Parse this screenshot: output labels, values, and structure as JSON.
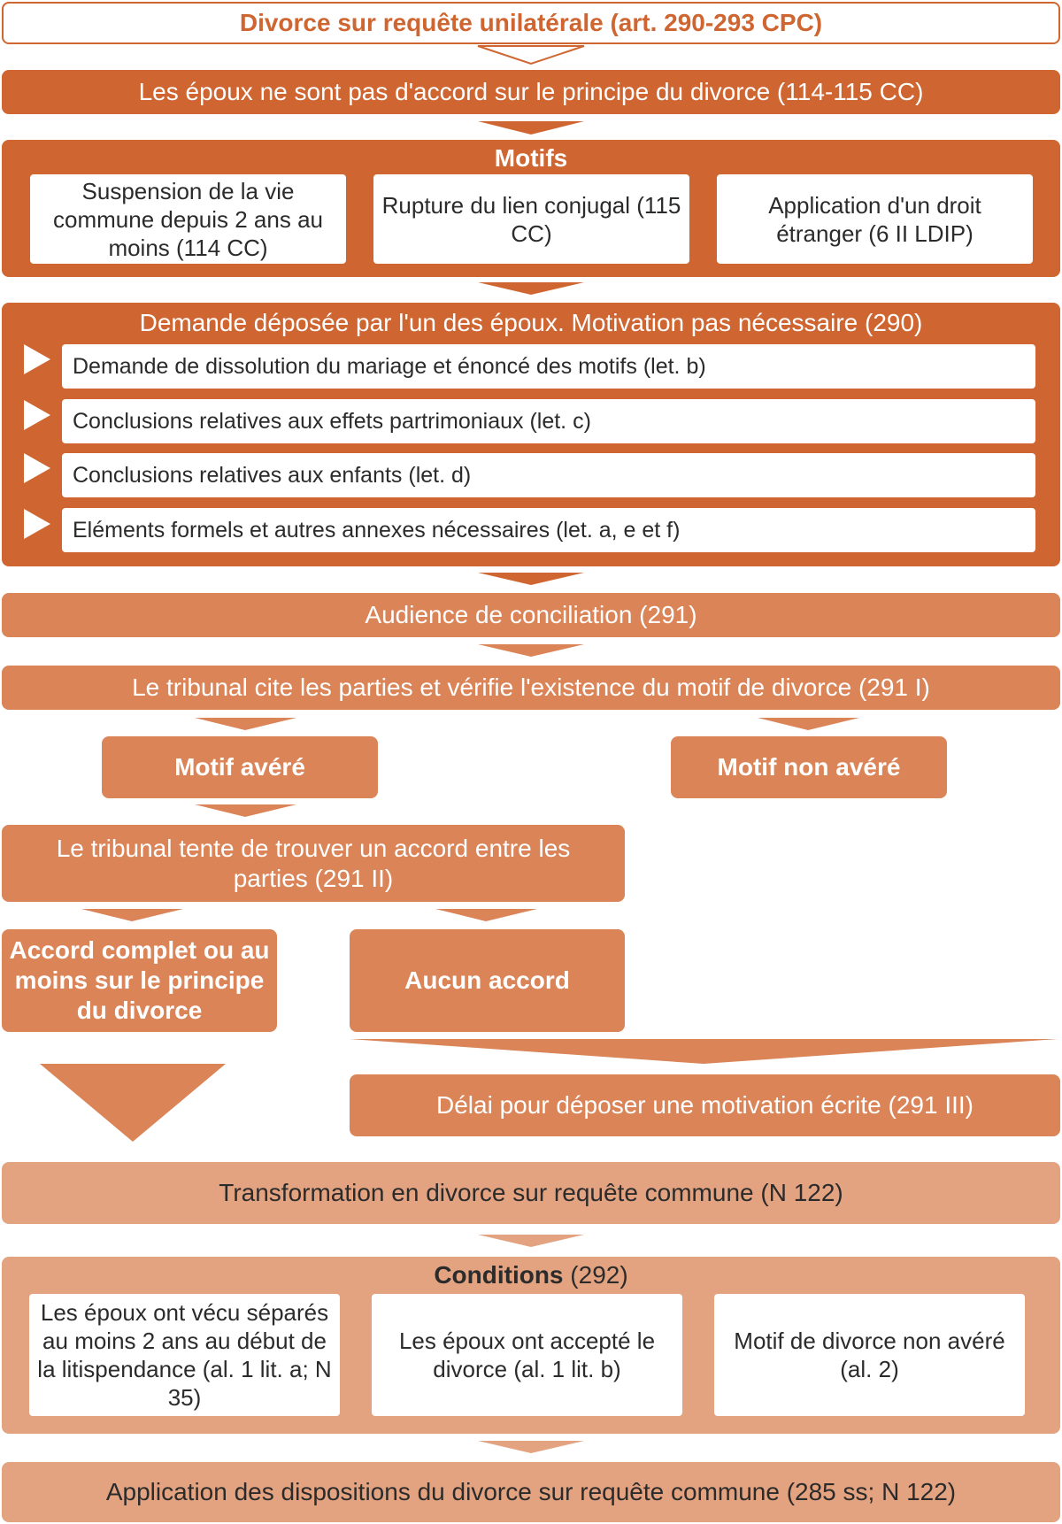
{
  "title": "Divorce sur requête unilatérale (art. 290-293 CPC)",
  "no_agreement": "Les époux ne sont pas d'accord sur le principe du divorce (114-115 CC)",
  "motifs": {
    "heading": "Motifs",
    "items": [
      "Suspension de la vie commune depuis 2 ans au moins (114 CC)",
      "Rupture du lien conjugal (115 CC)",
      "Application d'un droit étranger (6 II LDIP)"
    ]
  },
  "demande": {
    "heading": "Demande déposée par l'un des époux. Motivation pas nécessaire (290)",
    "items": [
      "Demande de dissolution du mariage et énoncé des motifs (let. b)",
      "Conclusions relatives aux effets partrimoniaux (let. c)",
      "Conclusions relatives aux enfants (let. d)",
      "Eléments formels et autres annexes nécessaires (let. a, e et f)"
    ]
  },
  "audience": "Audience de conciliation (291)",
  "tribunal_cite": "Le tribunal cite les parties et vérifie l'existence du motif de divorce (291 I)",
  "motif_avere": "Motif avéré",
  "motif_non_avere": "Motif non avéré",
  "tribunal_tente": "Le tribunal tente de trouver un accord entre les parties (291 II)",
  "accord_complet": "Accord complet ou au moins sur le principe du divorce",
  "aucun_accord": "Aucun accord",
  "delai": "Délai pour déposer une motivation écrite (291 III)",
  "transformation": "Transformation en divorce sur requête commune (N 122)",
  "conditions": {
    "heading": "Conditions",
    "ref": "(292)",
    "items": [
      "Les époux ont vécu séparés au moins 2 ans au début de la litispendance (al. 1 lit. a; N 35)",
      "Les époux ont accepté le divorce (al. 1 lit. b)",
      "Motif de divorce non avéré (al. 2)"
    ]
  },
  "application": "Application des dispositions du divorce sur requête commune (285 ss; N 122)",
  "colors": {
    "dark": "#cf6530",
    "mid": "#da8457",
    "light": "#e3a381",
    "text_dark": "#2b2b2b",
    "white": "#ffffff"
  }
}
